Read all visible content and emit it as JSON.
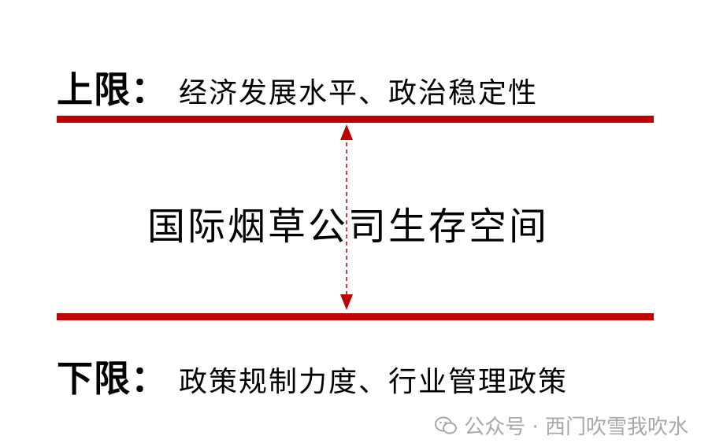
{
  "upper": {
    "label": "上限：",
    "text": "经济发展水平、政治稳定性"
  },
  "center": {
    "text": "国际烟草公司生存空间"
  },
  "lower": {
    "label": "下限：",
    "text": "政策规制力度、行业管理政策"
  },
  "watermark": {
    "text": "公众号 · 西门吹雪我吹水",
    "icon": "wechat-icon"
  },
  "colors": {
    "bar": "#c00000",
    "arrow": "#c00000",
    "text": "#000000",
    "watermark": "#a8a8a8"
  }
}
